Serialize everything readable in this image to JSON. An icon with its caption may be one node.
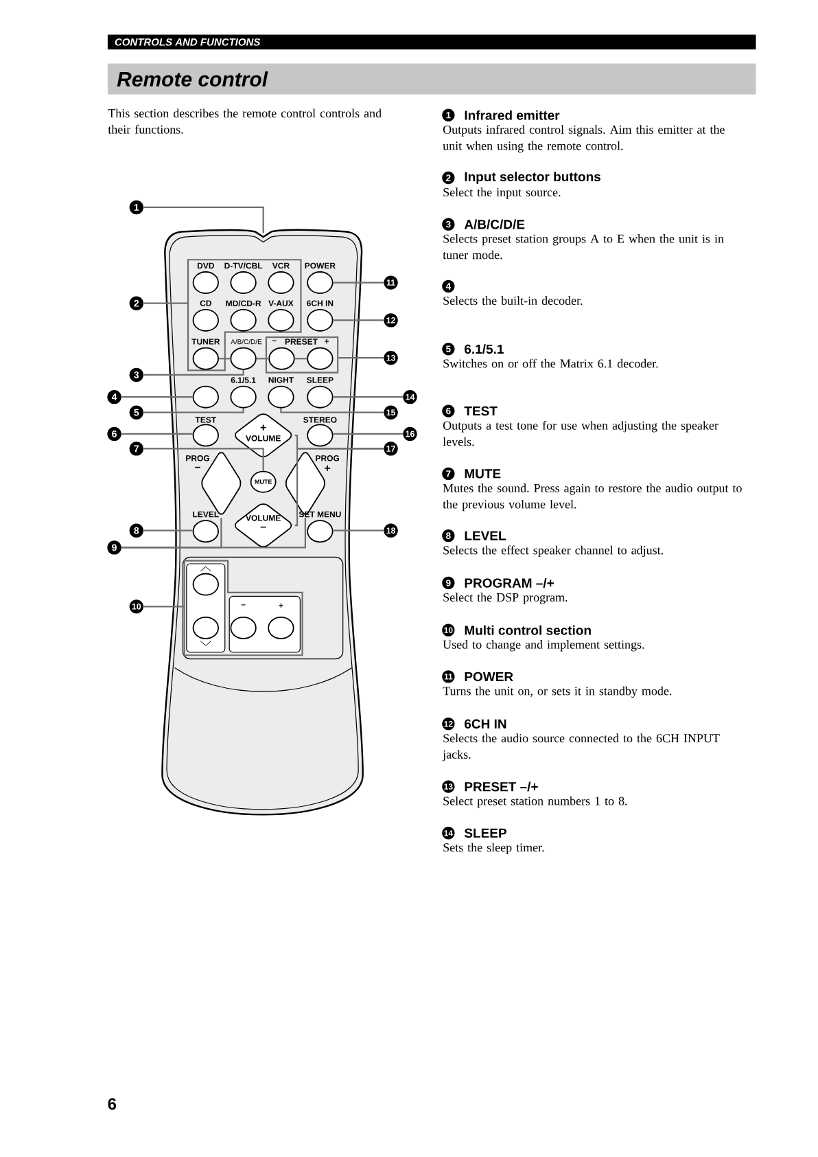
{
  "diagram": {
    "title": "Remote control",
    "nodes": [
      {
        "text": [
          "1"
        ]
      },
      {
        "text": [
          "2"
        ]
      },
      {
        "text": [
          "3"
        ]
      },
      {
        "text": [
          "4"
        ]
      },
      {
        "text": [
          "5"
        ]
      },
      {
        "text": [
          "6"
        ]
      },
      {
        "text": [
          "7"
        ]
      },
      {
        "text": [
          "8"
        ]
      },
      {
        "text": [
          "9"
        ]
      },
      {
        "text": [
          "10"
        ]
      },
      {
        "text": [
          "11"
        ]
      },
      {
        "text": [
          "12"
        ]
      },
      {
        "text": [
          "13"
        ]
      },
      {
        "text": [
          "14"
        ]
      },
      {
        "text": [
          "15"
        ]
      },
      {
        "text": [
          "16"
        ]
      },
      {
        "text": [
          "17"
        ]
      },
      {
        "text": [
          "18"
        ]
      },
      {
        "text": [],
        "shape": "box"
      },
      {
        "text": [
          "DVD"
        ],
        "in": 18
      },
      {
        "text": [
          "D-TV/CBL"
        ],
        "in": 18
      },
      {
        "text": [
          "VCR"
        ],
        "in": 18
      },
      {
        "text": [
          "POWER"
        ]
      },
      {
        "text": [
          "CD"
        ],
        "in": 18
      },
      {
        "text": [
          "MD/CD-R"
        ],
        "in": 18
      },
      {
        "text": [
          "V-AUX"
        ],
        "in": 18
      },
      {
        "text": [
          "6CH IN"
        ]
      },
      {
        "text": [
          "TUNER"
        ],
        "in": 18
      },
      {
        "text": [
          "A/B/C/D/E"
        ]
      },
      {
        "text": [
          "PRESET"
        ]
      },
      {
        "text": [
          "–"
        ],
        "in": 29
      },
      {
        "text": [
          "+"
        ],
        "in": 29
      },
      {
        "text": [],
        "shape": "circle"
      },
      {
        "text": [
          "6.1/5.1"
        ]
      },
      {
        "text": [
          "NIGHT"
        ]
      },
      {
        "text": [
          "SLEEP"
        ]
      },
      {
        "text": [
          "TEST"
        ]
      },
      {
        "text": [
          "STEREO"
        ]
      },
      {
        "text": [
          "+",
          "VOLUME"
        ]
      },
      {
        "text": [
          "PROG",
          "–"
        ]
      },
      {
        "text": [
          "MUTE"
        ]
      },
      {
        "text": [
          "PROG",
          "+"
        ]
      },
      {
        "text": [
          "LEVEL"
        ]
      },
      {
        "text": [
          "VOLUME",
          "–"
        ]
      },
      {
        "text": [
          "SET MENU"
        ]
      },
      {
        "text": [],
        "shape": "box"
      },
      {
        "text": [],
        "shape": "box",
        "in": 45
      },
      {
        "text": [],
        "shape": "circle",
        "in": 46
      },
      {
        "text": [],
        "shape": "circle",
        "in": 46
      },
      {
        "text": [],
        "shape": "box",
        "in": 45
      },
      {
        "text": [
          "–"
        ],
        "in": 49
      },
      {
        "text": [
          "+"
        ],
        "in": 49
      },
      {
        "text": [
          "1"
        ]
      },
      {
        "text": [
          "2"
        ]
      },
      {
        "text": [
          "3"
        ]
      },
      {
        "text": [
          "4"
        ]
      },
      {
        "text": [
          "5"
        ]
      },
      {
        "text": [
          "6"
        ]
      },
      {
        "text": [
          "7"
        ]
      },
      {
        "text": [
          "8"
        ]
      },
      {
        "text": [
          "9"
        ]
      },
      {
        "text": [
          "10"
        ]
      },
      {
        "text": [
          "11"
        ]
      },
      {
        "text": [
          "12"
        ]
      },
      {
        "text": [
          "13"
        ]
      },
      {
        "text": [
          "14"
        ]
      }
    ],
    "edges": [
      {
        "from": 0,
        "to": null,
        "arrow": "none"
      },
      {
        "from": 1,
        "to": 18,
        "arrow": "none"
      },
      {
        "from": 2,
        "to": 28,
        "arrow": "none"
      },
      {
        "from": 3,
        "to": 32,
        "arrow": "none"
      },
      {
        "from": 4,
        "to": 33,
        "arrow": "none"
      },
      {
        "from": 5,
        "to": 36,
        "arrow": "none"
      },
      {
        "from": 6,
        "to": 40,
        "arrow": "none"
      },
      {
        "from": 7,
        "to": 42,
        "arrow": "none"
      },
      {
        "from": 8,
        "to": 39,
        "arrow": "none"
      },
      {
        "from": 8,
        "to": 41,
        "arrow": "none"
      },
      {
        "from": 9,
        "to": 45,
        "arrow": "none"
      },
      {
        "from": 10,
        "to": 22,
        "arrow": "none"
      },
      {
        "from": 11,
        "to": 26,
        "arrow": "none"
      },
      {
        "from": 12,
        "to": 29,
        "arrow": "none"
      },
      {
        "from": 13,
        "to": 35,
        "arrow": "none"
      },
      {
        "from": 14,
        "to": 34,
        "arrow": "none"
      },
      {
        "from": 15,
        "to": 37,
        "arrow": "none"
      },
      {
        "from": 16,
        "to": 38,
        "arrow": "none"
      },
      {
        "from": 16,
        "to": 43,
        "arrow": "none"
      },
      {
        "from": 17,
        "to": 44,
        "arrow": "none"
      },
      {
        "from": 27,
        "to": 28,
        "arrow": "none"
      },
      {
        "from": 28,
        "to": 30,
        "arrow": "none"
      },
      {
        "from": 30,
        "to": 31,
        "arrow": "none"
      }
    ],
    "labels": [
      "CONTROLS AND FUNCTIONS",
      "This section describes the remote control controls and their functions.",
      "Infrared emitter",
      "Outputs infrared control signals. Aim this emitter at the unit when using the remote control.",
      "Input selector buttons",
      "Select the input source.",
      "A/B/C/D/E",
      "Selects preset station groups A to E when the unit is in tuner mode.",
      "Selects the built-in decoder.",
      "6.1/5.1",
      "Switches on or off the Matrix 6.1 decoder.",
      "TEST",
      "Outputs a test tone for use when adjusting the speaker levels.",
      "MUTE",
      "Mutes the sound. Press again to restore the audio output to the previous volume level.",
      "LEVEL",
      "Selects the effect speaker channel to adjust.",
      "PROGRAM –/+",
      "Select the DSP program.",
      "Multi control section",
      "Used to change and implement settings.",
      "POWER",
      "Turns the unit on, or sets it in standby mode.",
      "6CH IN",
      "Selects the audio source connected to the 6CH INPUT jacks.",
      "PRESET –/+",
      "Select preset station numbers 1 to 8.",
      "SLEEP",
      "Sets the sleep timer.",
      "6"
    ]
  }
}
